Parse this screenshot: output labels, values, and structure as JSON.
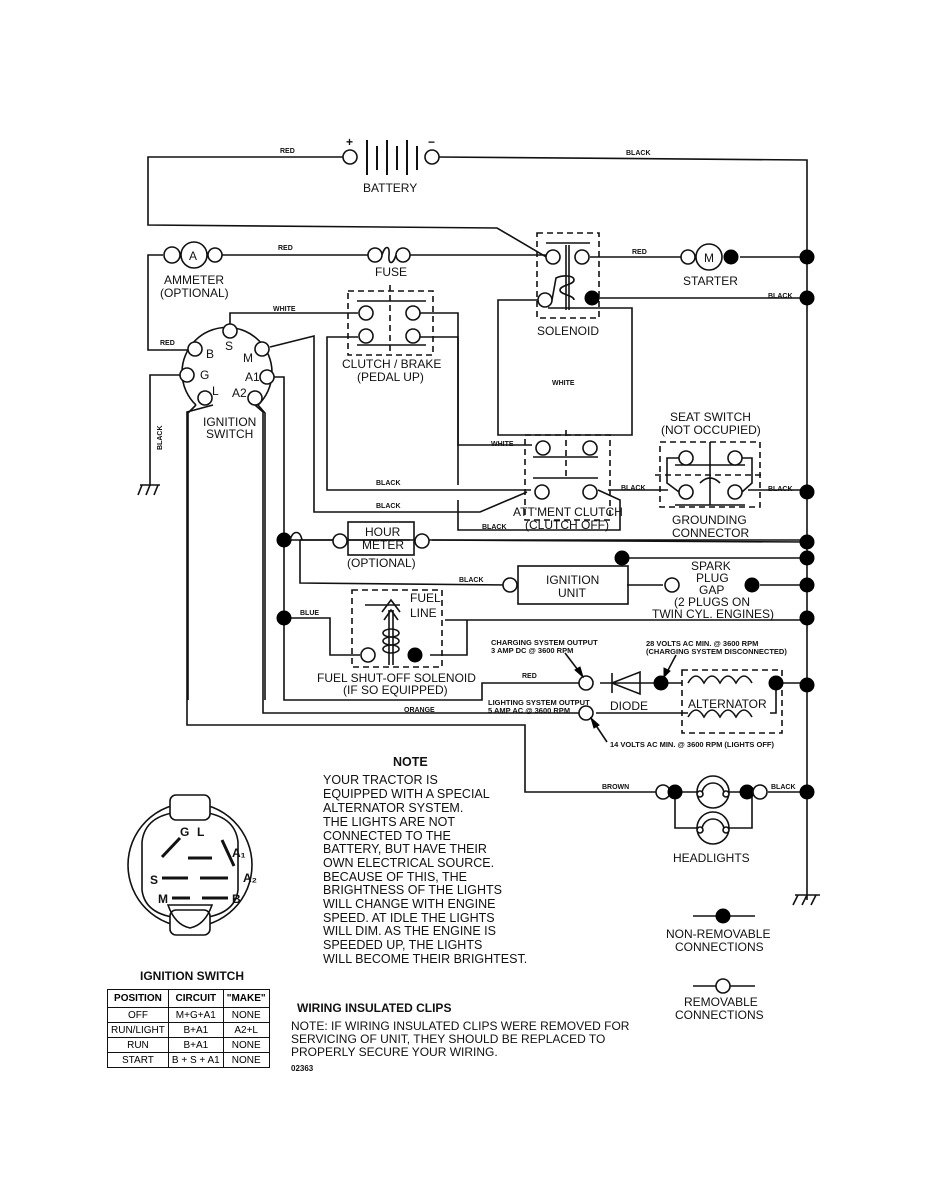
{
  "diagram": {
    "components": {
      "battery": {
        "label": "BATTERY",
        "positive": "+",
        "negative": "−"
      },
      "ammeter": {
        "label": "AMMETER",
        "sublabel": "(OPTIONAL)",
        "symbol": "A"
      },
      "fuse": {
        "label": "FUSE"
      },
      "solenoid": {
        "label": "SOLENOID"
      },
      "starter": {
        "label": "STARTER",
        "symbol": "M"
      },
      "ignition_switch": {
        "label_line1": "IGNITION",
        "label_line2": "SWITCH",
        "terminals": [
          "B",
          "S",
          "M",
          "G",
          "A1",
          "L",
          "A2"
        ]
      },
      "clutch_brake": {
        "label_line1": "CLUTCH / BRAKE",
        "label_line2": "(PEDAL UP)"
      },
      "seat_switch": {
        "label_line1": "SEAT SWITCH",
        "label_line2": "(NOT OCCUPIED)"
      },
      "attachment_clutch": {
        "label_line1": "ATT'MENT CLUTCH",
        "label_line2": "(CLUTCH OFF)"
      },
      "grounding_connector": {
        "label_line1": "GROUNDING",
        "label_line2": "CONNECTOR"
      },
      "hour_meter": {
        "label_line1": "HOUR",
        "label_line2": "METER",
        "sublabel": "(OPTIONAL)"
      },
      "ignition_unit": {
        "label_line1": "IGNITION",
        "label_line2": "UNIT"
      },
      "spark_plug": {
        "line1": "SPARK",
        "line2": "PLUG",
        "line3": "GAP",
        "line4": "(2 PLUGS ON",
        "line5": "TWIN CYL. ENGINES)"
      },
      "fuel_solenoid": {
        "fuel_line1": "FUEL",
        "fuel_line2": "LINE",
        "label_line1": "FUEL SHUT-OFF SOLENOID",
        "label_line2": "(IF SO EQUIPPED)"
      },
      "diode": {
        "label": "DIODE"
      },
      "alternator": {
        "label": "ALTERNATOR"
      },
      "headlights": {
        "label": "HEADLIGHTS"
      }
    },
    "wire_labels": {
      "red_top": "RED",
      "black_top": "BLACK",
      "red_ammeter": "RED",
      "red_starter": "RED",
      "black_solenoid": "BLACK",
      "white_clutch": "WHITE",
      "red_ign": "RED",
      "black_ground": "BLACK",
      "white_solenoid": "WHITE",
      "white_att": "WHITE",
      "black_1": "BLACK",
      "black_2": "BLACK",
      "black_3": "BLACK",
      "black_seat_left": "BLACK",
      "black_seat_right": "BLACK",
      "black_ign_unit": "BLACK",
      "blue": "BLUE",
      "red_charge": "RED",
      "orange": "ORANGE",
      "brown": "BROWN",
      "black_headlights": "BLACK"
    },
    "annotations": {
      "charging_line1": "CHARGING SYSTEM OUTPUT",
      "charging_line2": "3 AMP DC @ 3600 RPM",
      "volts28_line1": "28 VOLTS AC MIN. @ 3600 RPM",
      "volts28_line2": "(CHARGING SYSTEM DISCONNECTED)",
      "lighting_line1": "LIGHTING SYSTEM OUTPUT",
      "lighting_line2": "5 AMP AC @ 3600 RPM",
      "volts14": "14 VOLTS AC MIN. @ 3600 RPM (LIGHTS OFF)"
    },
    "note": {
      "title": "NOTE",
      "lines": [
        "YOUR TRACTOR IS",
        "EQUIPPED WITH A SPECIAL",
        "ALTERNATOR SYSTEM.",
        "THE LIGHTS ARE NOT",
        "CONNECTED TO THE",
        "BATTERY, BUT HAVE THEIR",
        "OWN ELECTRICAL SOURCE.",
        "BECAUSE OF THIS, THE",
        "BRIGHTNESS OF THE LIGHTS",
        "WILL CHANGE WITH ENGINE",
        "SPEED.  AT IDLE THE LIGHTS",
        "WILL DIM.  AS THE ENGINE IS",
        "SPEEDED UP, THE LIGHTS",
        "WILL BECOME THEIR BRIGHTEST."
      ]
    },
    "legend": {
      "non_removable_line1": "NON-REMOVABLE",
      "non_removable_line2": "CONNECTIONS",
      "removable_line1": "REMOVABLE",
      "removable_line2": "CONNECTIONS"
    },
    "switch_face": {
      "title": "IGNITION SWITCH",
      "labels": {
        "G": "G",
        "L": "L",
        "A1": "A₁",
        "S": "S",
        "A2": "A₂",
        "M": "M",
        "B": "B"
      }
    },
    "switch_table": {
      "headers": [
        "POSITION",
        "CIRCUIT",
        "\"MAKE\""
      ],
      "rows": [
        [
          "OFF",
          "M+G+A1",
          "NONE"
        ],
        [
          "RUN/LIGHT",
          "B+A1",
          "A2+L"
        ],
        [
          "RUN",
          "B+A1",
          "NONE"
        ],
        [
          "START",
          "B + S + A1",
          "NONE"
        ]
      ]
    },
    "clips": {
      "title": "WIRING INSULATED CLIPS",
      "note_line1": "NOTE: IF WIRING INSULATED CLIPS WERE REMOVED FOR",
      "note_line2": "SERVICING OF UNIT, THEY SHOULD BE REPLACED TO",
      "note_line3": "PROPERLY SECURE YOUR WIRING."
    },
    "part_number": "02363"
  }
}
